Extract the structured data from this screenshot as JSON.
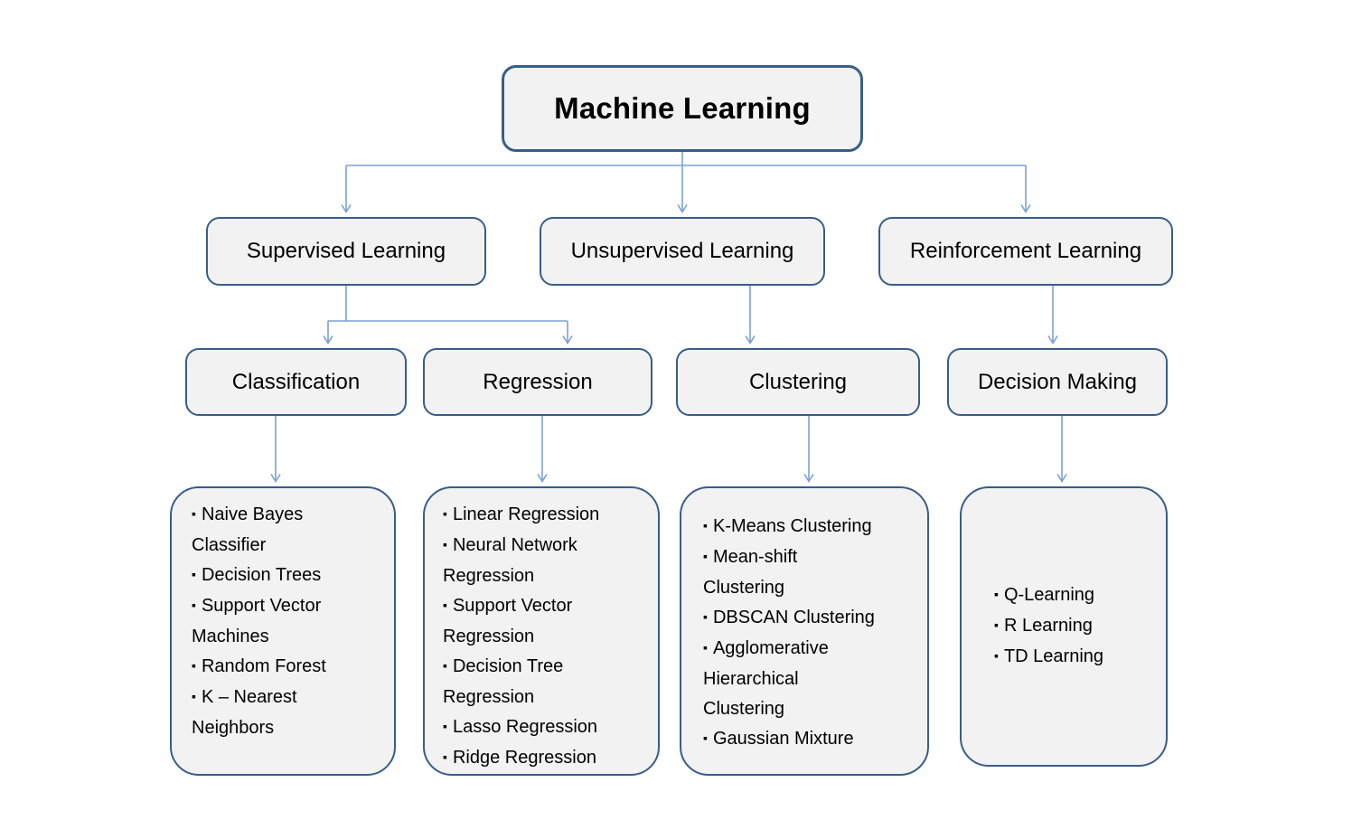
{
  "colors": {
    "box_fill": "#f2f2f2",
    "box_border": "#385d8a",
    "connector": "#7ca1d2",
    "text": "#000000"
  },
  "bullet": "▪",
  "root": {
    "label": "Machine Learning"
  },
  "level2": [
    {
      "label": "Supervised Learning"
    },
    {
      "label": "Unsupervised Learning"
    },
    {
      "label": "Reinforcement Learning"
    }
  ],
  "level3": [
    {
      "label": "Classification"
    },
    {
      "label": "Regression"
    },
    {
      "label": "Clustering"
    },
    {
      "label": "Decision Making"
    }
  ],
  "leaves": {
    "classification": {
      "items": [
        "Naive Bayes Classifier",
        "Decision Trees",
        "Support Vector Machines",
        "Random Forest",
        "K – Nearest Neighbors"
      ]
    },
    "regression": {
      "items": [
        "Linear Regression",
        "Neural Network Regression",
        "Support Vector Regression",
        "Decision Tree Regression",
        "Lasso Regression",
        "Ridge Regression"
      ]
    },
    "clustering": {
      "items": [
        "K-Means Clustering",
        "Mean-shift Clustering",
        "DBSCAN Clustering",
        "Agglomerative Hierarchical Clustering",
        "Gaussian Mixture"
      ]
    },
    "decision_making": {
      "items": [
        "Q-Learning",
        "R Learning",
        "TD Learning"
      ]
    }
  }
}
